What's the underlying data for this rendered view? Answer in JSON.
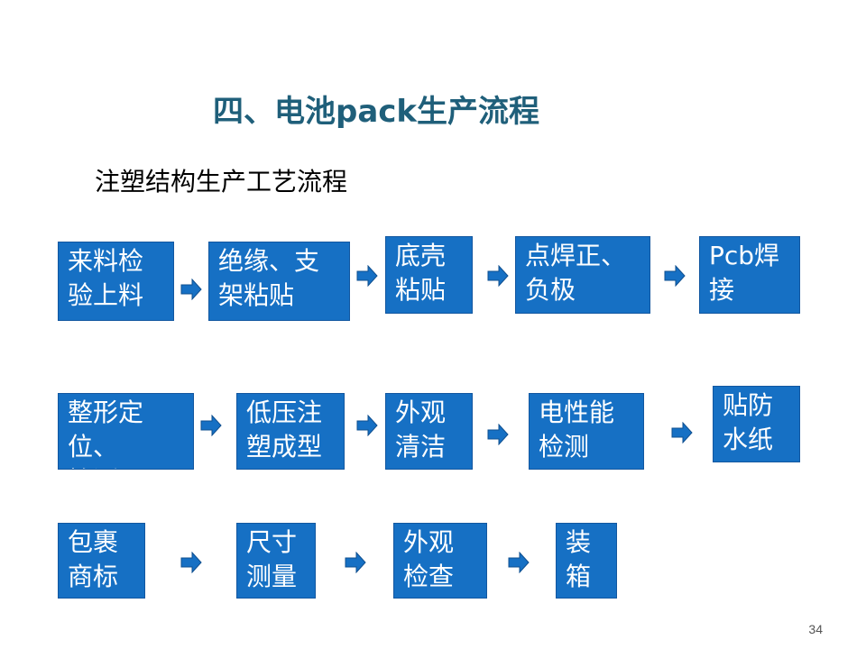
{
  "title": "四、电池pack生产流程",
  "subtitle": "注塑结构生产工艺流程",
  "colors": {
    "box_fill": "#1670c4",
    "arrow_fill": "#1670c4",
    "title_color": "#1f5f7a"
  },
  "icons": {
    "arrow": "right-arrow-icon"
  },
  "rows": [
    {
      "steps": [
        {
          "label": "来料检\n验上料"
        },
        {
          "label": "绝缘、支\n架粘贴"
        },
        {
          "label": "底壳\n粘贴"
        },
        {
          "label": "点焊正、\n负极"
        },
        {
          "label": "Pcb焊\n接"
        }
      ]
    },
    {
      "steps": [
        {
          "label": "整形定位、\n检测"
        },
        {
          "label": "低压注\n塑成型"
        },
        {
          "label": "外观\n清洁"
        },
        {
          "label": "电性能\n检测"
        },
        {
          "label": "贴防\n水纸"
        }
      ]
    },
    {
      "steps": [
        {
          "label": "包裹\n商标"
        },
        {
          "label": "尺寸\n测量"
        },
        {
          "label": "外观\n检查"
        },
        {
          "label": "装\n箱"
        }
      ]
    }
  ],
  "page_number": "34"
}
